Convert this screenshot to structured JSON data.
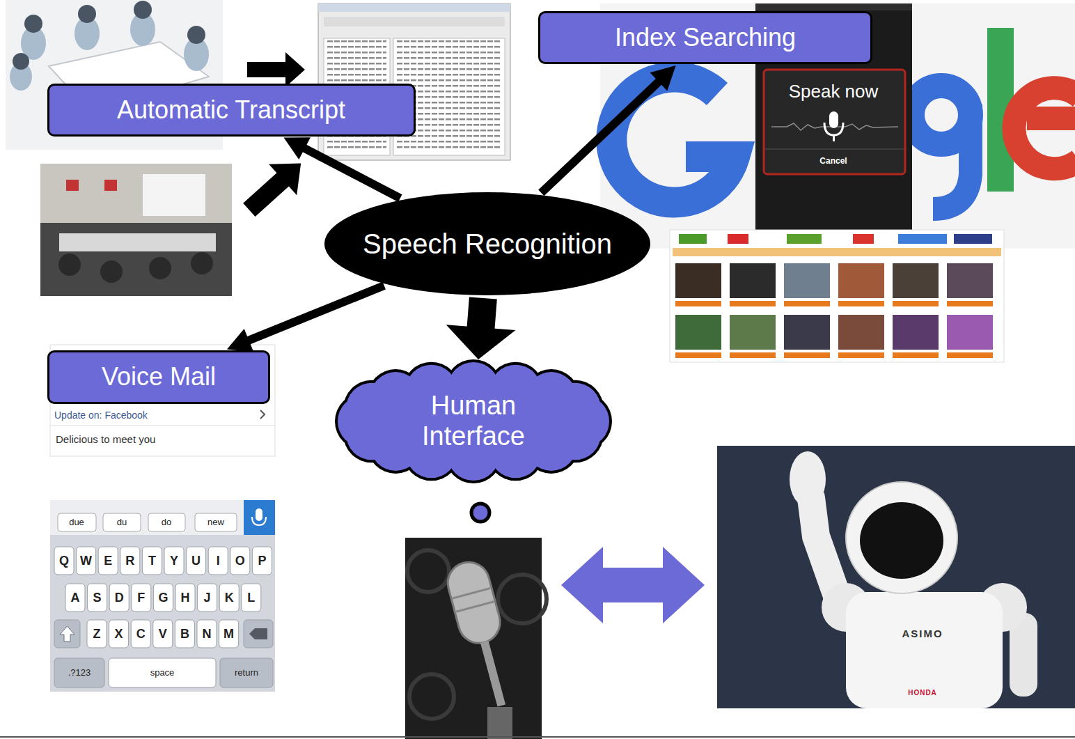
{
  "diagram": {
    "nodes": [
      {
        "text": [
          "Automatic Transcript"
        ]
      },
      {
        "text": [
          "Index Searching"
        ]
      },
      {
        "text": [
          "Speech Recognition"
        ]
      },
      {
        "text": [
          "Voice Mail"
        ]
      },
      {
        "text": [
          "Human Interface"
        ]
      }
    ],
    "edges": [
      {
        "from": 2,
        "to": 0,
        "arrow": "to"
      },
      {
        "from": 2,
        "to": 1,
        "arrow": "to"
      },
      {
        "from": 2,
        "to": 3,
        "arrow": "to"
      },
      {
        "from": 2,
        "to": 4,
        "arrow": "to"
      }
    ],
    "labels": [
      "Speak now",
      "Cancel",
      "Update on: Facebook",
      "Delicious to meet you",
      "due",
      "du",
      "do",
      "new",
      "Q",
      "W",
      "E",
      "R",
      "T",
      "Y",
      "U",
      "I",
      "O",
      "P",
      "A",
      "S",
      "D",
      "F",
      "G",
      "H",
      "J",
      "K",
      "L",
      "Z",
      "X",
      "C",
      "V",
      "B",
      "N",
      "M",
      ".?123",
      "space",
      "return",
      "ASIMO",
      "HONDA"
    ]
  }
}
